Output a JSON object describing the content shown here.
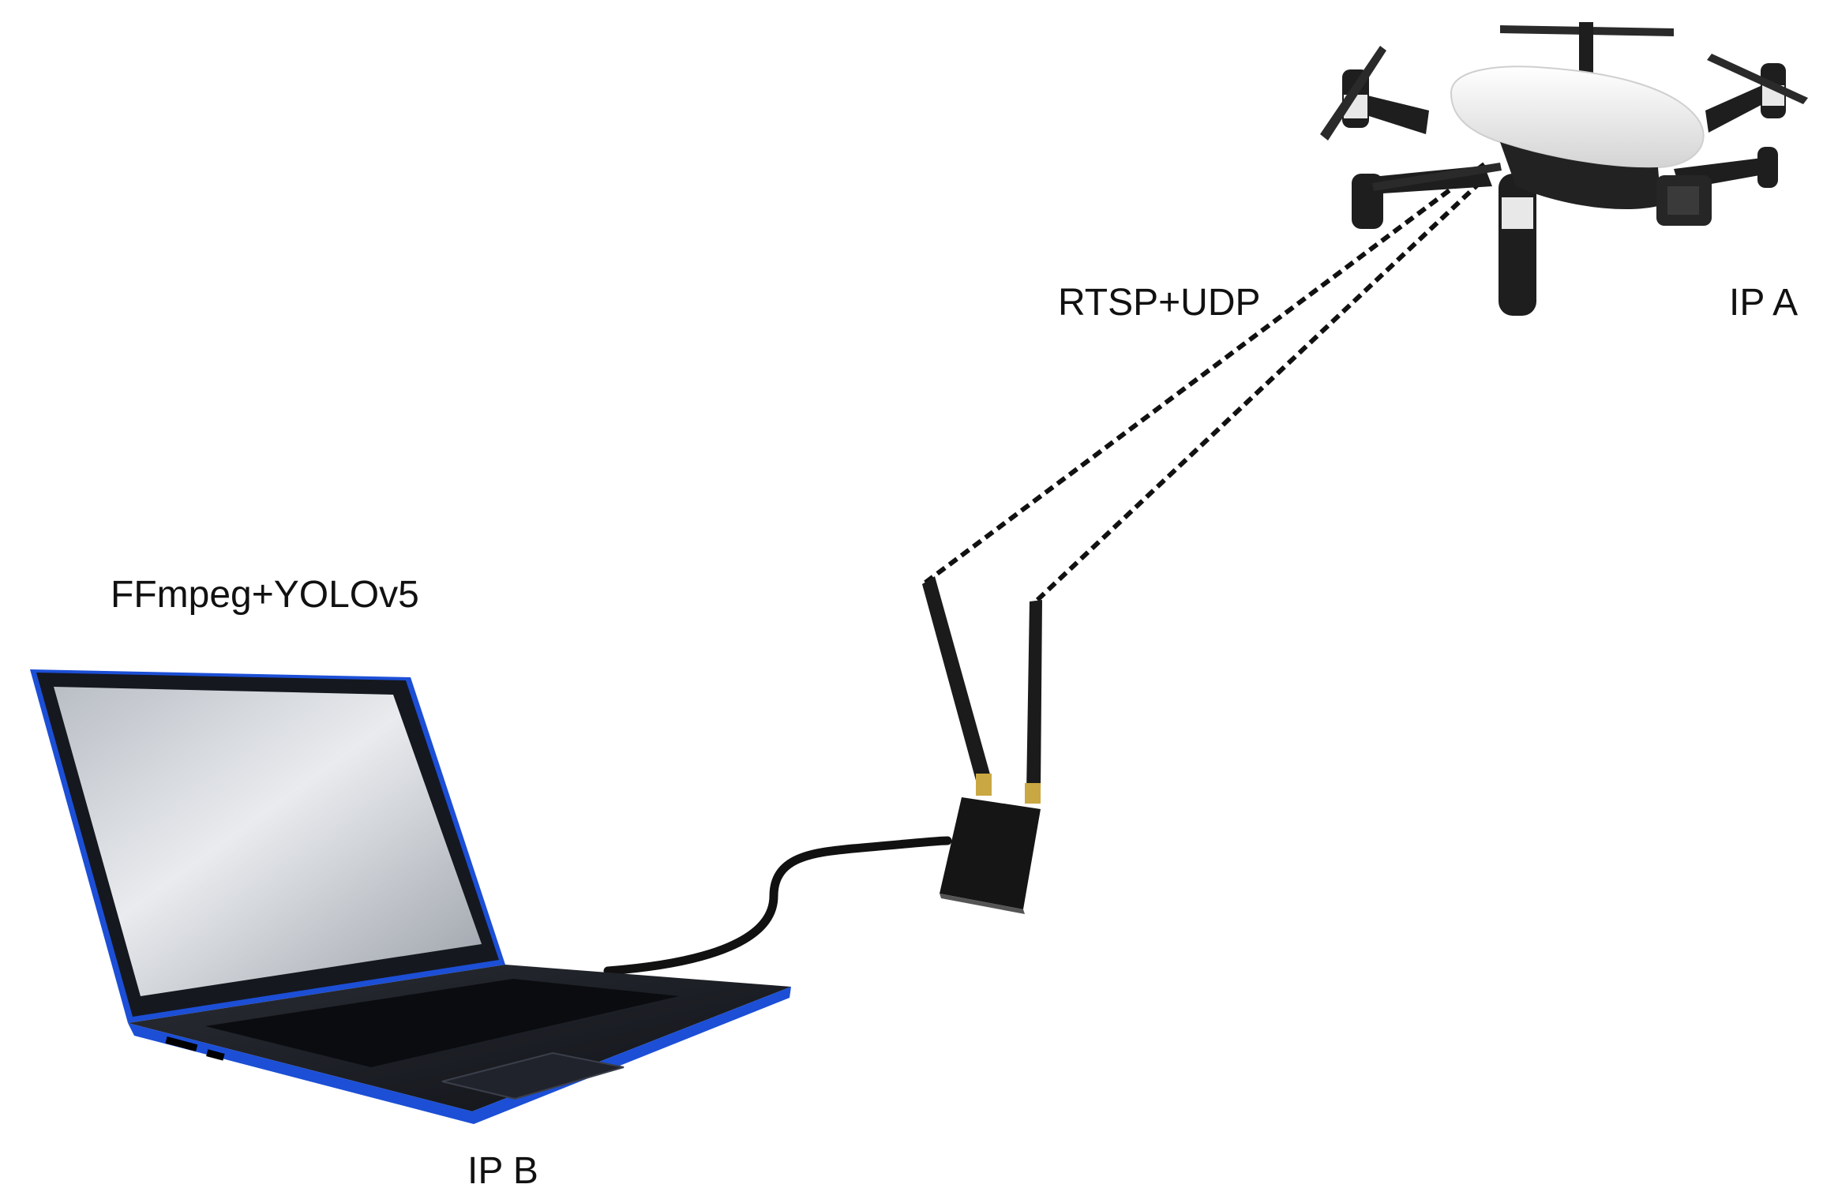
{
  "labels": {
    "protocol": "RTSP+UDP",
    "drone_ip": "IP A",
    "software": "FFmpeg+YOLOv5",
    "laptop_ip": "IP B"
  },
  "colors": {
    "laptop_frame": "#1c4fd6",
    "laptop_body": "#1a1d24",
    "screen": "#cfd3d8",
    "drone_shell": "#f2f2f2",
    "drone_arms": "#1e1e1e",
    "link_line": "#111111",
    "text": "#111111"
  },
  "icons": {
    "drone": "quadcopter-drone-icon",
    "laptop": "laptop-icon",
    "router": "wifi-adapter-icon"
  }
}
